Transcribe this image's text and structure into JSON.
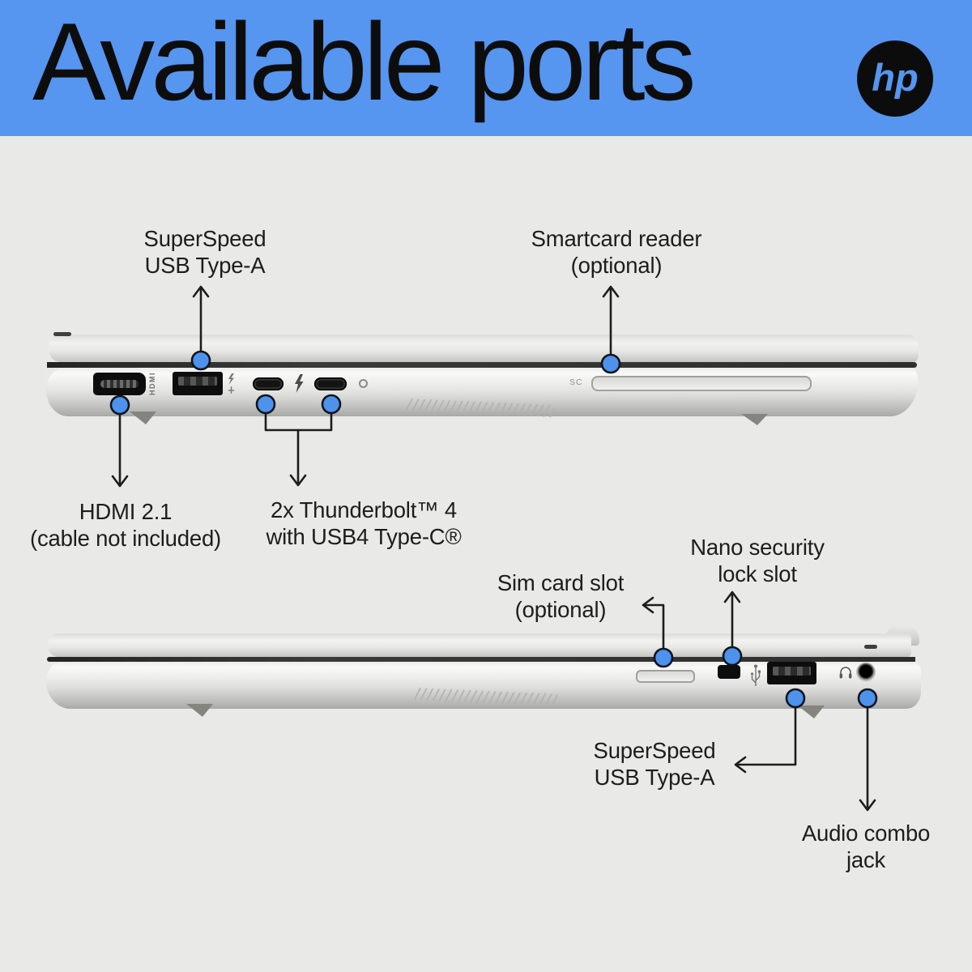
{
  "header": {
    "title": "Available ports",
    "logo_text": "hp"
  },
  "palette": {
    "band_blue": "#5695F0",
    "background": "#E9E9E7",
    "dot_blue": "#4D93EE",
    "ink": "#1D1D1B"
  },
  "top_view": {
    "callouts": {
      "usb_a": {
        "lines": [
          "SuperSpeed",
          "USB Type-A"
        ]
      },
      "smartcard": {
        "lines": [
          "Smartcard reader",
          "(optional)"
        ]
      },
      "hdmi": {
        "lines": [
          "HDMI 2.1",
          "(cable not included)"
        ]
      },
      "thunderbolt": {
        "lines": [
          "2x Thunderbolt™ 4",
          "with USB4 Type-C®"
        ]
      }
    },
    "markings": {
      "hdmi_port": "HDMI",
      "smartcard_slot": "SC"
    },
    "icons": {
      "usb_a_badge": "superspeed-usb-charging-icon",
      "between_usbc": "thunderbolt-lightning-icon",
      "power_led": "status-led"
    }
  },
  "bottom_view": {
    "callouts": {
      "sim": {
        "lines": [
          "Sim card slot",
          "(optional)"
        ]
      },
      "nano_lock": {
        "lines": [
          "Nano security",
          "lock slot"
        ]
      },
      "usb_a": {
        "lines": [
          "SuperSpeed",
          "USB Type-A"
        ]
      },
      "audio": {
        "lines": [
          "Audio combo",
          "jack"
        ]
      }
    },
    "icons": {
      "usb_a_badge": "superspeed-usb-trident-icon",
      "audio_jack": "headset-icon"
    }
  }
}
